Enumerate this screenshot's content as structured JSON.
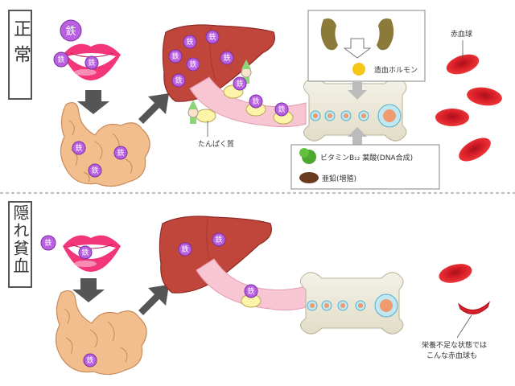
{
  "sections": {
    "normal": "正常",
    "hidden_anemia": "隠れ貧血"
  },
  "iron_label": "鉄",
  "labels": {
    "protein": "たんぱく質",
    "hormone": "造血ホルモン",
    "red_blood_cell": "赤血球",
    "vitamin": "ビタミンB₁₂ 葉酸(DNA合成)",
    "zinc": "亜鉛(増殖)",
    "malnourished_line1": "栄養不足な状態では",
    "malnourished_line2": "こんな赤血球も"
  },
  "colors": {
    "iron_purple": "#b860e0",
    "liver": "#c0463c",
    "blood_red": "#d81e28",
    "intestine": "#f2be8e",
    "arrow": "#555555"
  }
}
